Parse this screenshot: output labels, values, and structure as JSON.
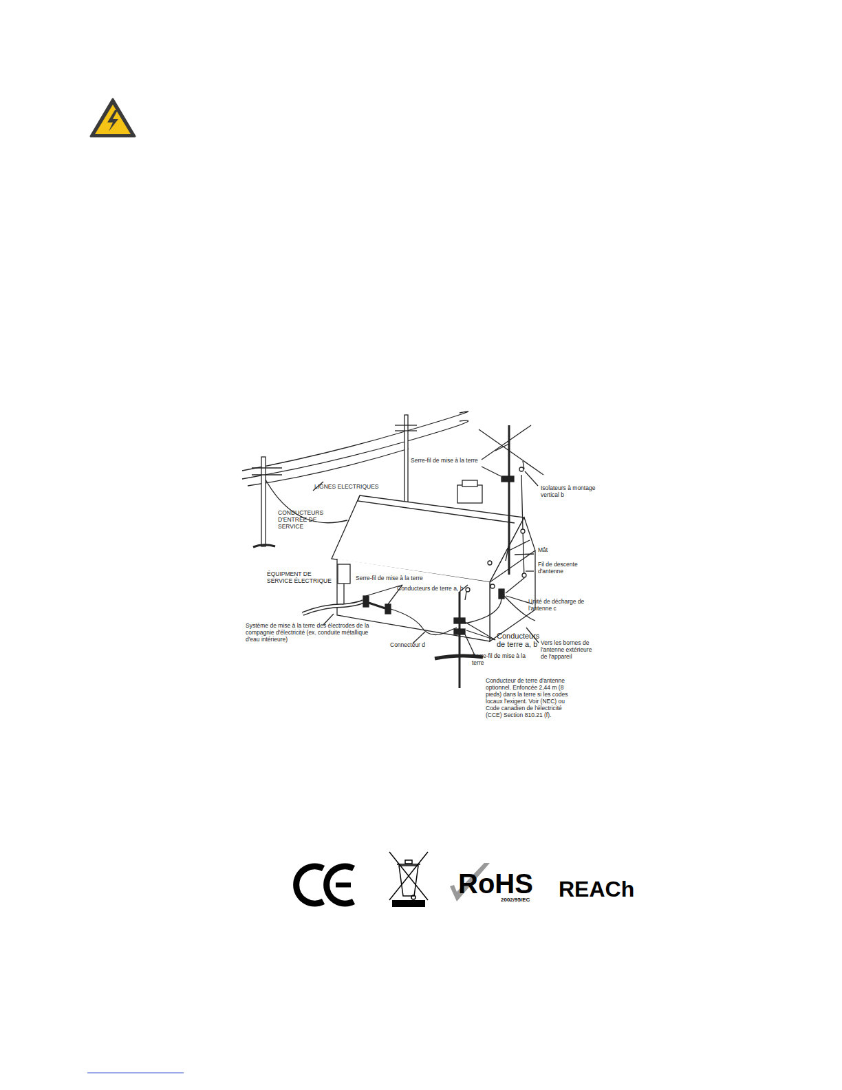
{
  "diagram": {
    "labels": [
      "LIGNES ELECTRIQUES",
      "CONDUCTEURS D'ENTRÉE DE SERVICE",
      "Serre-fil de mise à la terre",
      "Isolateurs à montage vertical b",
      "Mât",
      "Fil de descente d'antenne",
      "ÉQUIPMENT DE SERVICE ÉLECTRIQUE",
      "Serre-fil de mise à la terre",
      "Conducteurs de terre a, b",
      "Unité de décharge de l'antenne c",
      "Système de mise à la terre des électrodes de la compagnie d'électricité (ex. conduite métallique d'eau intérieure)",
      "Connecteur d",
      "Conducteurs de terre a, b",
      "Vers les bornes de l'antenne extérieure de l'appareil",
      "Serre-fil de mise à la terre",
      "Conducteur de terre d'antenne optionnel. Enfoncée 2,44 m (8 pieds) dans la terre si les codes locaux l'exigent. Voir (NEC) ou Code canadien de l'électricité (CCE) Section 810.21 (f).",
      "RoHS",
      "2002/95/EC",
      "REACh"
    ]
  }
}
